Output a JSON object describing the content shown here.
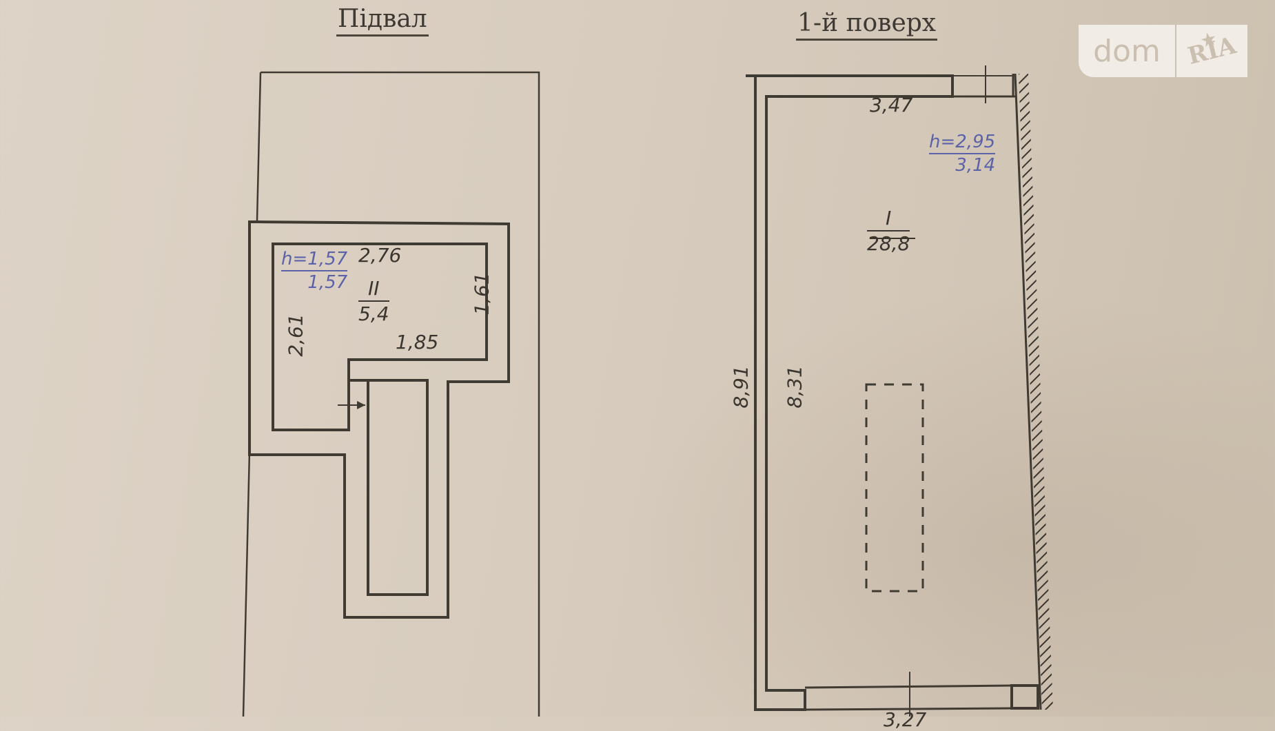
{
  "headings": {
    "basement": "Підвал",
    "first_floor": "1-й поверх"
  },
  "watermark": {
    "brand_left": "dom",
    "brand_right": "RIA",
    "star_icon": "★"
  },
  "basement": {
    "room_number": "II",
    "room_area": "5,4",
    "height_label": "h=1,57",
    "height_value": "1,57",
    "dim_top": "2,76",
    "dim_right": "1,61",
    "dim_left": "2,61",
    "dim_inner": "1,85"
  },
  "first_floor": {
    "room_number": "I",
    "room_area": "28,8",
    "height_label": "h=2,95",
    "height_value": "3,14",
    "dim_top": "3,47",
    "dim_outer_left": "8,91",
    "dim_inner_left": "8,31",
    "dim_bottom": "3,27"
  },
  "colors": {
    "paper": "#d8cdbf",
    "ink": "#3a362f",
    "handwriting_blue": "#5b62a8"
  }
}
